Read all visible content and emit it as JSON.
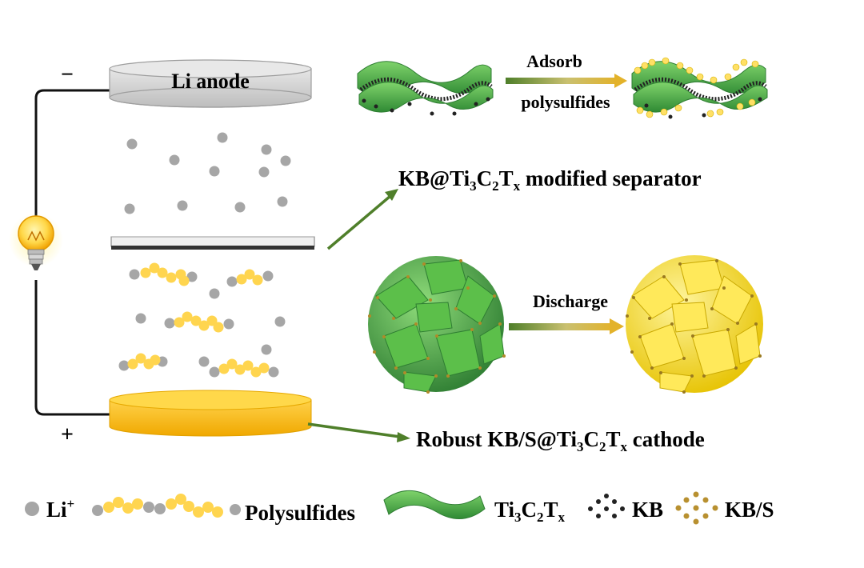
{
  "battery": {
    "anode_label": "Li anode",
    "minus_sign": "−",
    "plus_sign": "+"
  },
  "top_panel": {
    "arrow_label_top": "Adsorb",
    "arrow_label_bottom": "polysulfides"
  },
  "separator_label": {
    "main": "KB@Ti",
    "sub1": "3",
    "c": "C",
    "sub2": "2",
    "t": "T",
    "subx": "x",
    "rest": " modified separator"
  },
  "middle_panel": {
    "arrow_label": "Discharge"
  },
  "cathode_label": {
    "main": "Robust KB/S@Ti",
    "sub1": "3",
    "c": "C",
    "sub2": "2",
    "t": "T",
    "subx": "x",
    "rest": " cathode"
  },
  "legend": {
    "li_label": "Li",
    "li_sup": "+",
    "polysulfides_label": "Polysulfides",
    "mxene_main": "Ti",
    "mxene_sub1": "3",
    "mxene_c": "C",
    "mxene_sub2": "2",
    "mxene_t": "T",
    "mxene_subx": "x",
    "kb_label": "KB",
    "kbs_label": "KB/S"
  },
  "colors": {
    "li_ion": "#a6a6a6",
    "sulfur": "#ffd54f",
    "mxene": "#4caf50",
    "cathode": "#ffc000",
    "arrow_green": "#4f7f2a",
    "arrow_gold": "#e0b020"
  },
  "icons": [
    "lightbulb-icon"
  ]
}
